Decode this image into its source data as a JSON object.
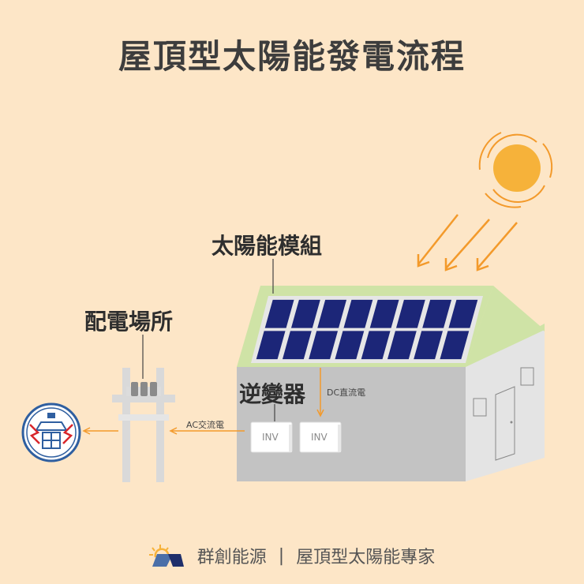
{
  "title": "屋頂型太陽能發電流程",
  "labels": {
    "solar_module": "太陽能模組",
    "substation": "配電場所",
    "inverter": "逆變器",
    "dc_power": "DC直流電",
    "ac_power": "AC交流電",
    "inv_unit_1": "INV",
    "inv_unit_2": "INV"
  },
  "footer": {
    "brand": "群創能源",
    "separator": "|",
    "tagline": "屋頂型太陽能專家"
  },
  "colors": {
    "background": "#fde6c7",
    "arrow": "#f39a2b",
    "sun": "#f6b23a",
    "roof": "#cfe3a6",
    "wall": "#c3c3c3",
    "wall_side": "#e3e3e3",
    "panel": "#1c2678"
  },
  "icons": {
    "utility_logo": "taipower-logo-icon",
    "brand_logo": "brand-sun-logo-icon"
  }
}
